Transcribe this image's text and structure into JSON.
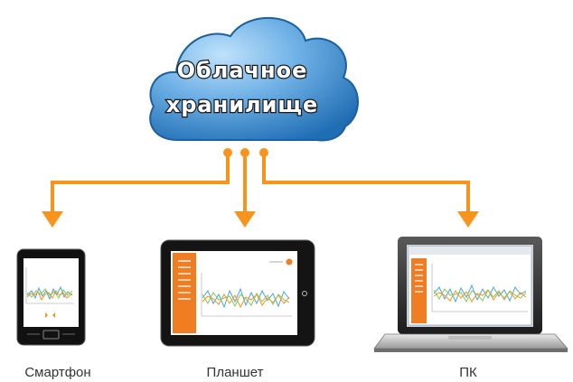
{
  "cloud": {
    "title_line1": "Облачное",
    "title_line2": "хранилище",
    "color_light": "#6fb1e6",
    "color_dark": "#1f6db3"
  },
  "connector_color": "#f7941d",
  "devices": [
    {
      "id": "smartphone",
      "label": "Смартфон",
      "icon": "smartphone-icon"
    },
    {
      "id": "tablet",
      "label": "Планшет",
      "icon": "tablet-icon"
    },
    {
      "id": "pc",
      "label": "ПК",
      "icon": "laptop-icon"
    }
  ],
  "accent_color": "#f07d22"
}
